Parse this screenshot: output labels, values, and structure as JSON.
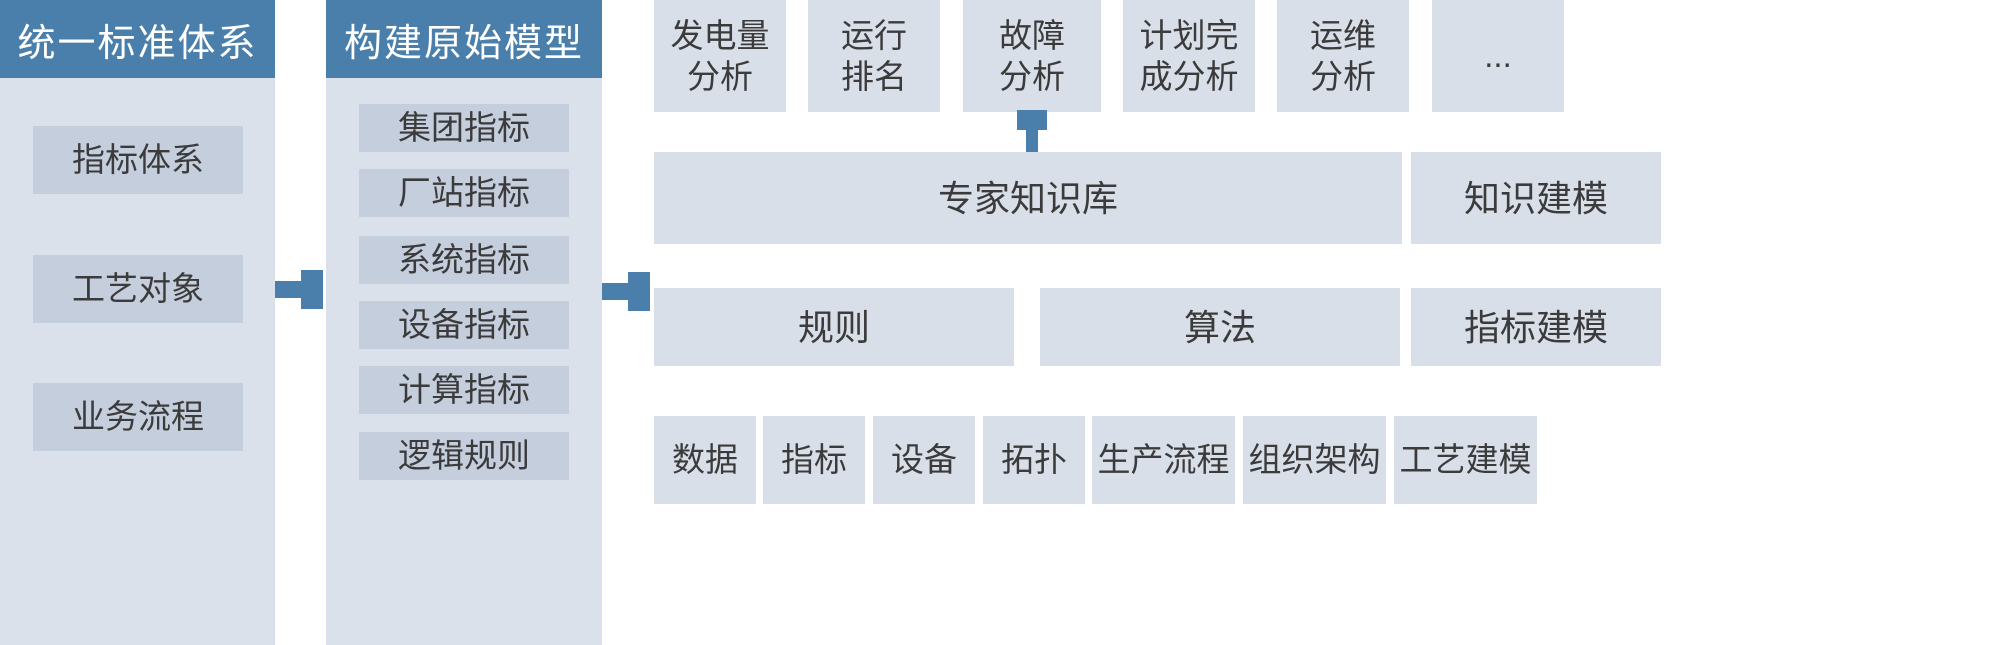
{
  "diagram": {
    "title_color": "#4a7fab",
    "panel_bg": "#dbe1eb",
    "chip_bg": "#c5cedd",
    "tile_bg": "#d8dfe9",
    "text_color": "#3b3b3b"
  },
  "columns": [
    {
      "header": "统一标准体系",
      "items": [
        "指标体系",
        "工艺对象",
        "业务流程"
      ]
    },
    {
      "header": "构建原始模型",
      "items": [
        "集团指标",
        "厂站指标",
        "系统指标",
        "设备指标",
        "计算指标",
        "逻辑规则"
      ]
    }
  ],
  "right": {
    "analysis_row": [
      "发电量\n分析",
      "运行\n排名",
      "故障\n分析",
      "计划完\n成分析",
      "运维\n分析",
      "..."
    ],
    "knowledge_row": {
      "main": "专家知识库",
      "side": "知识建模"
    },
    "rule_row": {
      "left": "规则",
      "middle": "算法",
      "side": "指标建模"
    },
    "base_row": [
      "数据",
      "指标",
      "设备",
      "拓扑",
      "生产流程",
      "组织架构",
      "工艺建模"
    ]
  },
  "connectors": {
    "arrow_1": "arrow-right-icon",
    "arrow_2": "arrow-right-icon",
    "arrow_3": "arrow-down-icon"
  }
}
